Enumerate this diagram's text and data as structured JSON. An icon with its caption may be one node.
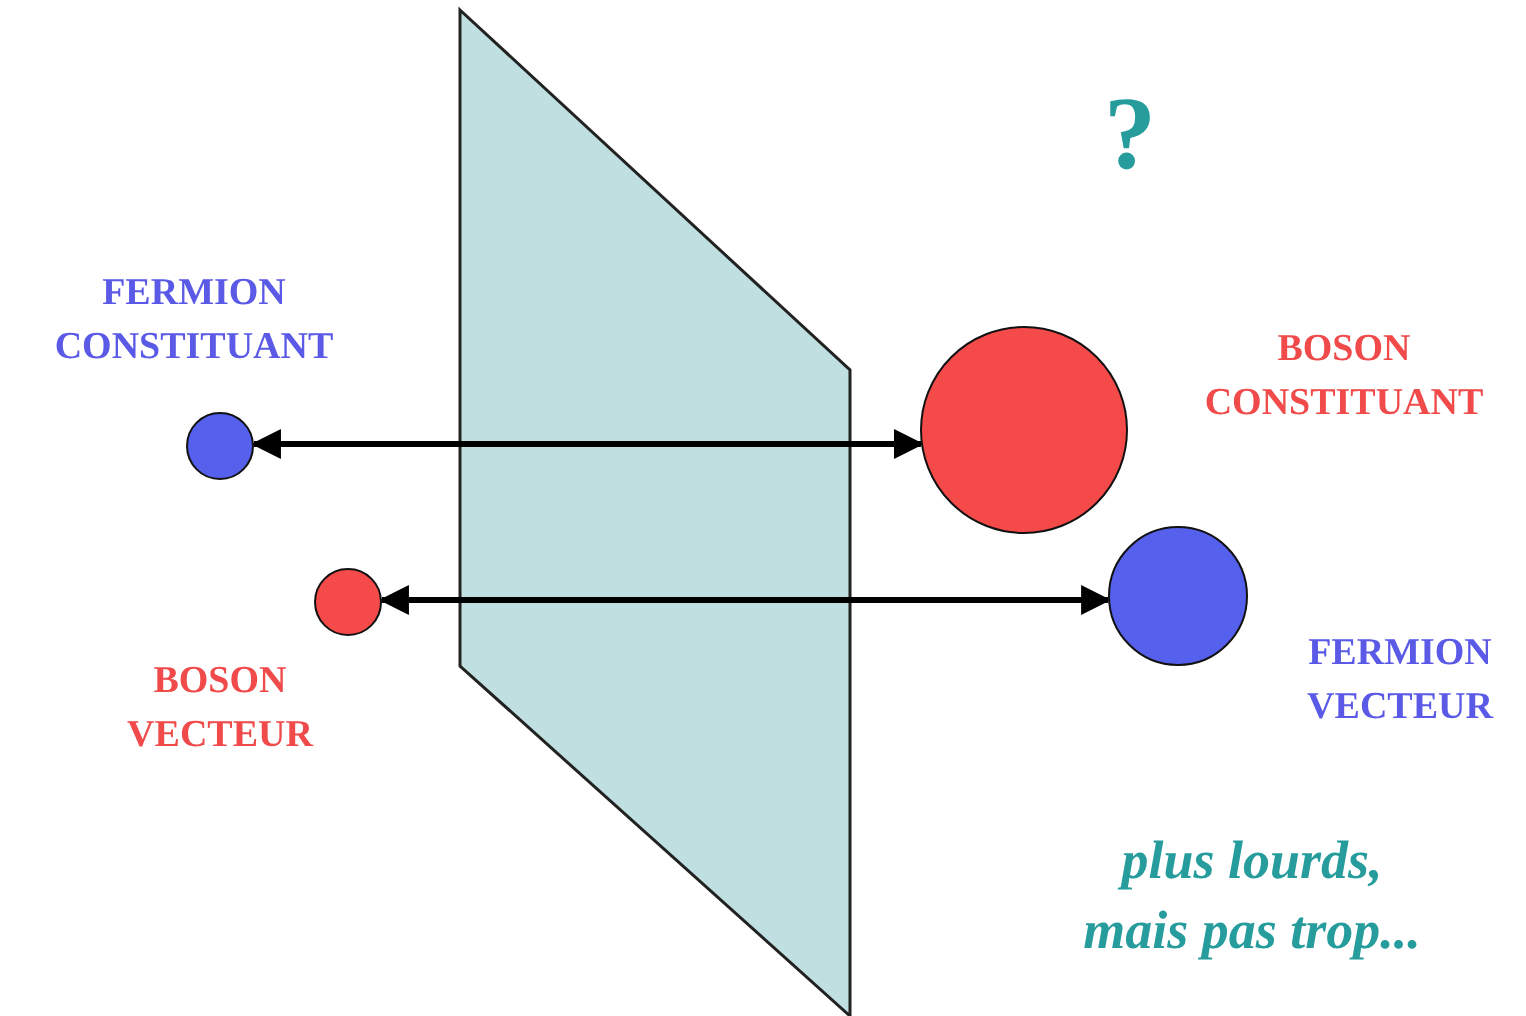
{
  "diagram": {
    "nodes": [
      {
        "text": [],
        "shape": "circle",
        "beside": [
          "FERMION CONSTITUANT"
        ]
      },
      {
        "text": [],
        "shape": "circle",
        "beside": [
          "BOSON CONSTITUANT"
        ]
      },
      {
        "text": [],
        "shape": "circle",
        "beside": [
          "BOSON VECTEUR"
        ]
      },
      {
        "text": [],
        "shape": "circle",
        "beside": [
          "FERMION VECTEUR"
        ]
      }
    ],
    "edges": [
      {
        "from": 0,
        "to": 1,
        "arrow": "both"
      },
      {
        "from": 2,
        "to": 3,
        "arrow": "both"
      }
    ],
    "labels": [
      "?",
      "plus lourds, mais pas trop..."
    ]
  }
}
